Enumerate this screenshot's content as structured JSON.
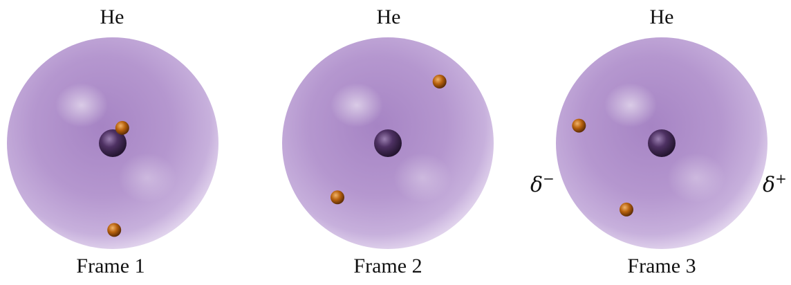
{
  "frames": [
    {
      "atom_label": "He",
      "frame_label": "Frame 1",
      "electrons": [
        {
          "angle_deg": -58,
          "r_frac": 0.17
        },
        {
          "angle_deg": 89,
          "r_frac": 0.82
        }
      ]
    },
    {
      "atom_label": "He",
      "frame_label": "Frame 2",
      "electrons": [
        {
          "angle_deg": -50,
          "r_frac": 0.76
        },
        {
          "angle_deg": 133,
          "r_frac": 0.7
        }
      ]
    },
    {
      "atom_label": "He",
      "frame_label": "Frame 3",
      "electrons": [
        {
          "angle_deg": -168,
          "r_frac": 0.8
        },
        {
          "angle_deg": 118,
          "r_frac": 0.71
        }
      ]
    }
  ],
  "partial_charges": {
    "negative_symbol": "δ",
    "negative_sign": "−",
    "positive_symbol": "δ",
    "positive_sign": "+"
  },
  "colors": {
    "cloud": "#b79ad0",
    "cloud_dark": "#8f6fb0",
    "nucleus": "#4a2d5c",
    "electron": "#b8620e"
  }
}
